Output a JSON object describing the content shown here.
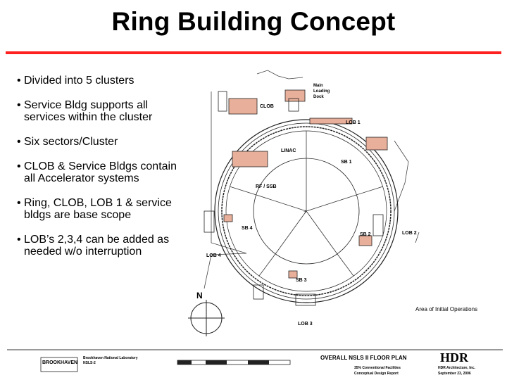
{
  "slide": {
    "title": "Ring Building Concept",
    "accent_color": "#ff2020",
    "bullets": [
      "Divided into 5 clusters",
      "Service Bldg supports all services within the cluster",
      "Six sectors/Cluster",
      "CLOB & Service Bldgs contain all Accelerator systems",
      "Ring, CLOB,  LOB 1 & service bldgs are base scope",
      "LOB’s 2,3,4 can be added as needed w/o interruption"
    ]
  },
  "floor_plan": {
    "labels": {
      "main_dock": [
        "Main",
        "Loading",
        "Dock"
      ],
      "clob": "CLOB",
      "lob1": "LOB 1",
      "linac": "LINAC",
      "sb1": "SB 1",
      "rf_ssb": "RF / SSB",
      "sb4": "SB 4",
      "sb2": "SB 2",
      "lob2": "LOB 2",
      "lob4": "LOB 4",
      "sb3": "SB 3",
      "lob3": "LOB 3",
      "north": "N",
      "area_note": "Area of Initial Operations"
    },
    "highlight_color": "#e8b09a"
  },
  "title_block": {
    "logo_text": "BROOKHAVEN",
    "lab_lines": [
      "Brookhaven National Laboratory",
      "NSLS-2"
    ],
    "plan_title": "OVERALL NSLS II FLOOR PLAN",
    "report_lines": [
      "35% Conventional Facilities",
      "Conceptual Design Report"
    ],
    "firm_logo": "HDR",
    "firm_lines": [
      "HDR Architecture, Inc.",
      "September 23, 2006"
    ]
  }
}
